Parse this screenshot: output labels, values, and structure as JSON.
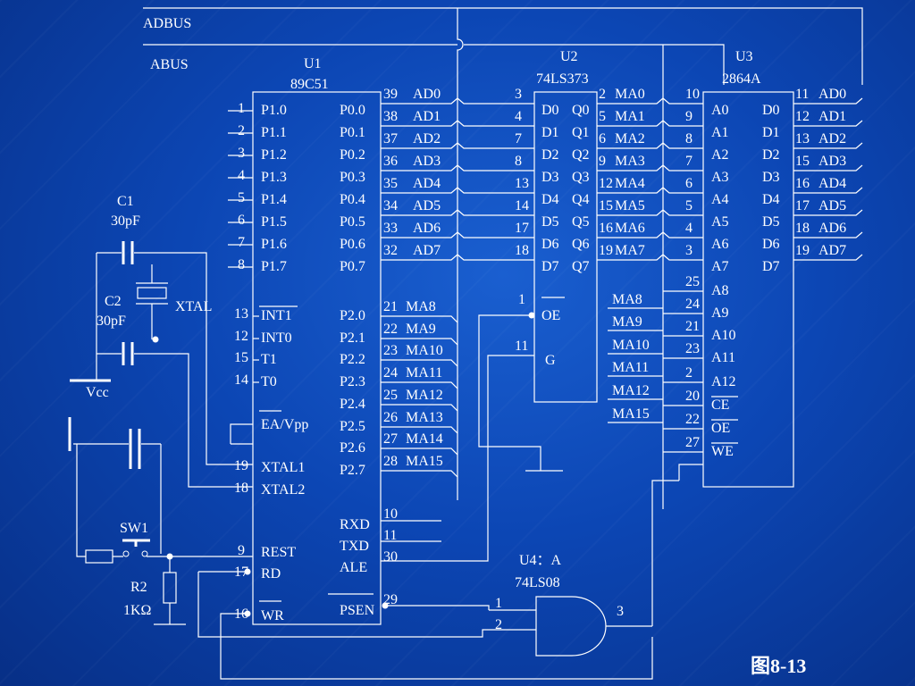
{
  "buses": {
    "adbus": "ADBUS",
    "abus": "ABUS"
  },
  "u1": {
    "ref": "U1",
    "part": "89C51",
    "left_pins": [
      {
        "num": "1",
        "name": "P1.0"
      },
      {
        "num": "2",
        "name": "P1.1"
      },
      {
        "num": "3",
        "name": "P1.2"
      },
      {
        "num": "4",
        "name": "P1.3"
      },
      {
        "num": "5",
        "name": "P1.4"
      },
      {
        "num": "6",
        "name": "P1.5"
      },
      {
        "num": "7",
        "name": "P1.6"
      },
      {
        "num": "8",
        "name": "P1.7"
      },
      {
        "num": "13",
        "name": "INT1"
      },
      {
        "num": "12",
        "name": "INT0"
      },
      {
        "num": "15",
        "name": "T1"
      },
      {
        "num": "14",
        "name": "T0"
      },
      {
        "num": "",
        "name": "EA/Vpp"
      },
      {
        "num": "19",
        "name": "XTAL1"
      },
      {
        "num": "18",
        "name": "XTAL2"
      },
      {
        "num": "9",
        "name": "REST"
      },
      {
        "num": "17",
        "name": "RD"
      },
      {
        "num": "16",
        "name": "WR"
      }
    ],
    "right_pins": [
      {
        "num": "39",
        "name": "P0.0",
        "net": "AD0"
      },
      {
        "num": "38",
        "name": "P0.1",
        "net": "AD1"
      },
      {
        "num": "37",
        "name": "P0.2",
        "net": "AD2"
      },
      {
        "num": "36",
        "name": "P0.3",
        "net": "AD3"
      },
      {
        "num": "35",
        "name": "P0.4",
        "net": "AD4"
      },
      {
        "num": "34",
        "name": "P0.5",
        "net": "AD5"
      },
      {
        "num": "33",
        "name": "P0.6",
        "net": "AD6"
      },
      {
        "num": "32",
        "name": "P0.7",
        "net": "AD7"
      },
      {
        "num": "21",
        "name": "P2.0",
        "net": "MA8"
      },
      {
        "num": "22",
        "name": "P2.1",
        "net": "MA9"
      },
      {
        "num": "23",
        "name": "P2.2",
        "net": "MA10"
      },
      {
        "num": "24",
        "name": "P2.3",
        "net": "MA11"
      },
      {
        "num": "25",
        "name": "P2.4",
        "net": "MA12"
      },
      {
        "num": "26",
        "name": "P2.5",
        "net": "MA13"
      },
      {
        "num": "27",
        "name": "P2.6",
        "net": "MA14"
      },
      {
        "num": "28",
        "name": "P2.7",
        "net": "MA15"
      },
      {
        "num": "10",
        "name": "RXD",
        "net": ""
      },
      {
        "num": "11",
        "name": "TXD",
        "net": ""
      },
      {
        "num": "30",
        "name": "ALE",
        "net": ""
      },
      {
        "num": "29",
        "name": "PSEN",
        "net": ""
      }
    ]
  },
  "u2": {
    "ref": "U2",
    "part": "74LS373",
    "d_pins": [
      {
        "num": "3",
        "name": "D0"
      },
      {
        "num": "4",
        "name": "D1"
      },
      {
        "num": "7",
        "name": "D2"
      },
      {
        "num": "8",
        "name": "D3"
      },
      {
        "num": "13",
        "name": "D4"
      },
      {
        "num": "14",
        "name": "D5"
      },
      {
        "num": "17",
        "name": "D6"
      },
      {
        "num": "18",
        "name": "D7"
      }
    ],
    "q_pins": [
      {
        "num": "2",
        "name": "Q0",
        "net": "MA0"
      },
      {
        "num": "5",
        "name": "Q1",
        "net": "MA1"
      },
      {
        "num": "6",
        "name": "Q2",
        "net": "MA2"
      },
      {
        "num": "9",
        "name": "Q3",
        "net": "MA3"
      },
      {
        "num": "12",
        "name": "Q4",
        "net": "MA4"
      },
      {
        "num": "15",
        "name": "Q5",
        "net": "MA5"
      },
      {
        "num": "16",
        "name": "Q6",
        "net": "MA6"
      },
      {
        "num": "19",
        "name": "Q7",
        "net": "MA7"
      }
    ],
    "oe": {
      "num": "1",
      "name": "OE"
    },
    "g": {
      "num": "11",
      "name": "G"
    }
  },
  "u3": {
    "ref": "U3",
    "part": "2864A",
    "a_pins": [
      {
        "num": "10",
        "name": "A0"
      },
      {
        "num": "9",
        "name": "A1"
      },
      {
        "num": "8",
        "name": "A2"
      },
      {
        "num": "7",
        "name": "A3"
      },
      {
        "num": "6",
        "name": "A4"
      },
      {
        "num": "5",
        "name": "A5"
      },
      {
        "num": "4",
        "name": "A6"
      },
      {
        "num": "3",
        "name": "A7"
      },
      {
        "num": "25",
        "name": "A8"
      },
      {
        "num": "24",
        "name": "A9"
      },
      {
        "num": "21",
        "name": "A10"
      },
      {
        "num": "23",
        "name": "A11"
      },
      {
        "num": "2",
        "name": "A12"
      },
      {
        "num": "20",
        "name": "CE"
      },
      {
        "num": "22",
        "name": "OE"
      },
      {
        "num": "27",
        "name": "WE"
      }
    ],
    "a_nets": [
      "MA8",
      "MA9",
      "MA10",
      "MA11",
      "MA12",
      "MA15"
    ],
    "d_pins": [
      {
        "num": "11",
        "name": "D0",
        "net": "AD0"
      },
      {
        "num": "12",
        "name": "D1",
        "net": "AD1"
      },
      {
        "num": "13",
        "name": "D2",
        "net": "AD2"
      },
      {
        "num": "15",
        "name": "D3",
        "net": "AD3"
      },
      {
        "num": "16",
        "name": "D4",
        "net": "AD4"
      },
      {
        "num": "17",
        "name": "D5",
        "net": "AD5"
      },
      {
        "num": "18",
        "name": "D6",
        "net": "AD6"
      },
      {
        "num": "19",
        "name": "D7",
        "net": "AD7"
      }
    ]
  },
  "u4": {
    "ref": "U4：A",
    "part": "74LS08",
    "in1": "1",
    "in2": "2",
    "out": "3"
  },
  "passives": {
    "c1_ref": "C1",
    "c1_val": "30pF",
    "c2_ref": "C2",
    "c2_val": "30pF",
    "xtal": "XTAL",
    "vcc": "Vcc",
    "sw1": "SW1",
    "r2_ref": "R2",
    "r2_val": "1KΩ"
  },
  "caption": "图8-13",
  "colors": {
    "background": "#0c46b4",
    "ink": "#ffffff"
  }
}
